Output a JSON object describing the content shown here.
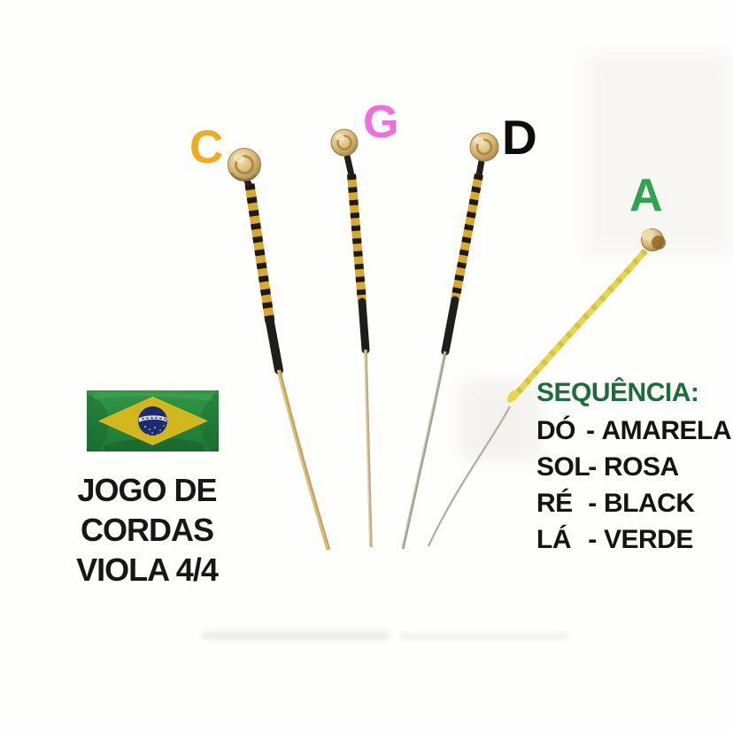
{
  "string_labels": [
    {
      "text": "C",
      "color": "#EFAC1C"
    },
    {
      "text": "G",
      "color": "#F06EE0"
    },
    {
      "text": "D",
      "color": "#0D0D0D"
    },
    {
      "text": "A",
      "color": "#2EA350"
    }
  ],
  "title": {
    "line1": "JOGO DE CORDAS",
    "line2": "VIOLA 4/4",
    "color": "#171717"
  },
  "sequence": {
    "heading": "SEQUÊNCIA:",
    "heading_color": "#1E6B3B",
    "text_color": "#141414",
    "items": [
      {
        "note": "DÓ",
        "separator": "-",
        "value": "AMARELA"
      },
      {
        "note": "SOL",
        "separator": "-",
        "value": "ROSA"
      },
      {
        "note": "RÉ",
        "separator": "-",
        "value": "BLACK"
      },
      {
        "note": "LÁ",
        "separator": "-",
        "value": "VERDE"
      }
    ]
  },
  "flag": {
    "icon": "brazil-flag-icon",
    "green": "#2E9441",
    "yellow": "#E8C822",
    "blue": "#1D2E78"
  },
  "strings": {
    "ball_brass": "#D8B873",
    "silk_yellow": "#D7A72E",
    "silk_stripe": "#1D1A10",
    "wrap_black": "#201D16",
    "c_core": "#C7A258",
    "g_core": "#C2AD7E",
    "d_core": "#A2A38D",
    "a_silk": "#E5D64E",
    "a_core": "#B2AFA2"
  }
}
